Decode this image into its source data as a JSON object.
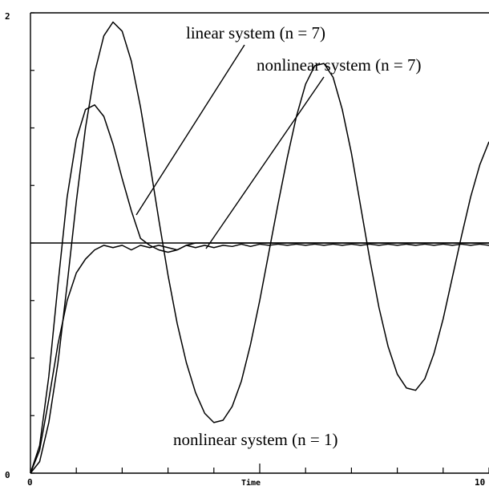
{
  "chart_data": {
    "type": "line",
    "xlabel": "Time",
    "ylabel": "",
    "xlim": [
      0,
      10
    ],
    "ylim": [
      0,
      2
    ],
    "x_tick_labels": [
      "0",
      "10"
    ],
    "y_tick_labels": [
      "0",
      "2"
    ],
    "reference_line": 1.0,
    "series": [
      {
        "x": [
          0,
          0.2,
          0.4,
          0.6,
          0.8,
          1.0,
          1.2,
          1.4,
          1.6,
          1.8,
          2.0,
          2.2,
          2.4,
          2.6,
          2.8,
          3.0,
          3.2,
          3.4,
          3.6,
          3.8,
          4.0,
          4.2,
          4.4,
          4.6,
          4.8,
          5.0,
          5.2,
          5.4,
          5.6,
          5.8,
          6.0,
          6.2,
          6.4,
          6.6,
          6.8,
          7.0,
          7.2,
          7.4,
          7.6,
          7.8,
          8.0,
          8.2,
          8.4,
          8.6,
          8.8,
          9.0,
          9.2,
          9.4,
          9.6,
          9.8,
          10.0
        ],
        "y": [
          0.0,
          0.05,
          0.22,
          0.48,
          0.82,
          1.18,
          1.5,
          1.74,
          1.9,
          1.96,
          1.92,
          1.79,
          1.59,
          1.35,
          1.1,
          0.86,
          0.65,
          0.48,
          0.35,
          0.26,
          0.22,
          0.23,
          0.29,
          0.4,
          0.56,
          0.75,
          0.96,
          1.17,
          1.37,
          1.55,
          1.69,
          1.77,
          1.78,
          1.72,
          1.58,
          1.39,
          1.16,
          0.93,
          0.72,
          0.55,
          0.43,
          0.37,
          0.36,
          0.41,
          0.52,
          0.67,
          0.85,
          1.03,
          1.2,
          1.34,
          1.44
        ]
      },
      {
        "x": [
          0,
          0.2,
          0.4,
          0.6,
          0.8,
          1.0,
          1.2,
          1.4,
          1.6,
          1.8,
          2.0,
          2.2,
          2.4,
          2.6,
          2.8,
          3.0,
          3.2,
          3.4,
          3.6,
          3.8,
          4.0,
          4.2,
          4.4,
          4.6,
          4.8,
          5.0,
          5.2,
          5.4,
          5.6,
          5.8,
          6.0,
          6.5,
          7.0,
          7.5,
          8.0,
          8.5,
          9.0,
          9.5,
          10.0
        ],
        "y": [
          0.0,
          0.12,
          0.42,
          0.82,
          1.2,
          1.45,
          1.58,
          1.6,
          1.55,
          1.43,
          1.28,
          1.14,
          1.02,
          0.99,
          0.97,
          0.96,
          0.97,
          0.99,
          1.0,
          1.0,
          1.0,
          1.0,
          1.0,
          1.0,
          1.0,
          1.0,
          1.0,
          1.0,
          1.0,
          1.0,
          1.0,
          1.0,
          1.0,
          1.0,
          1.0,
          1.0,
          1.0,
          1.0,
          1.0
        ]
      },
      {
        "x": [
          0,
          0.2,
          0.4,
          0.6,
          0.8,
          1.0,
          1.2,
          1.4,
          1.6,
          1.8,
          2.0,
          2.2,
          2.4,
          2.6,
          2.8,
          3.0,
          3.2,
          3.4,
          3.6,
          3.8,
          4.0,
          4.2,
          4.4,
          4.6,
          4.8,
          5.0,
          5.2,
          5.4,
          5.6,
          5.8,
          6.0,
          6.2,
          6.4,
          6.6,
          6.8,
          7.0,
          7.2,
          7.4,
          7.6,
          7.8,
          8.0,
          8.2,
          8.4,
          8.6,
          8.8,
          9.0,
          9.2,
          9.4,
          9.6,
          9.8,
          10.0
        ],
        "y": [
          0.0,
          0.1,
          0.32,
          0.56,
          0.75,
          0.87,
          0.93,
          0.97,
          0.99,
          0.98,
          0.99,
          0.97,
          0.99,
          0.98,
          0.99,
          0.98,
          0.97,
          0.99,
          0.98,
          0.99,
          0.98,
          0.99,
          0.985,
          0.995,
          0.985,
          0.995,
          0.99,
          0.995,
          0.99,
          0.995,
          0.99,
          0.995,
          0.99,
          0.995,
          0.99,
          0.995,
          0.99,
          0.995,
          0.99,
          0.995,
          0.99,
          0.995,
          0.99,
          0.995,
          0.99,
          0.995,
          0.99,
          0.995,
          0.99,
          0.995,
          0.99
        ]
      }
    ],
    "annotations": [
      "linear system (n = 7)",
      "nonlinear system (n = 7)",
      "nonlinear system (n = 1)"
    ]
  }
}
